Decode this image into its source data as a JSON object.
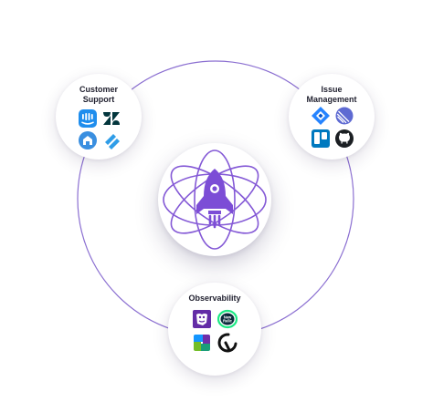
{
  "colors": {
    "accent": "#7c4dd6",
    "ring": "#8b6fd1",
    "text": "#1f1f2e"
  },
  "center": {
    "icon": "rocket-icon"
  },
  "nodes": {
    "customer_support": {
      "label_line1": "Customer",
      "label_line2": "Support",
      "logos": [
        "intercom-icon",
        "zendesk-icon",
        "helpdesk-icon",
        "front-icon"
      ]
    },
    "issue_management": {
      "label_line1": "Issue",
      "label_line2": "Management",
      "logos": [
        "jira-icon",
        "linear-icon",
        "trello-icon",
        "github-icon"
      ]
    },
    "observability": {
      "label": "Observability",
      "logos": [
        "datadog-icon",
        "new-relic-icon",
        "dynatrace-icon",
        "chronosphere-icon"
      ]
    }
  },
  "new_relic_text_line1": "New",
  "new_relic_text_line2": "Relic"
}
